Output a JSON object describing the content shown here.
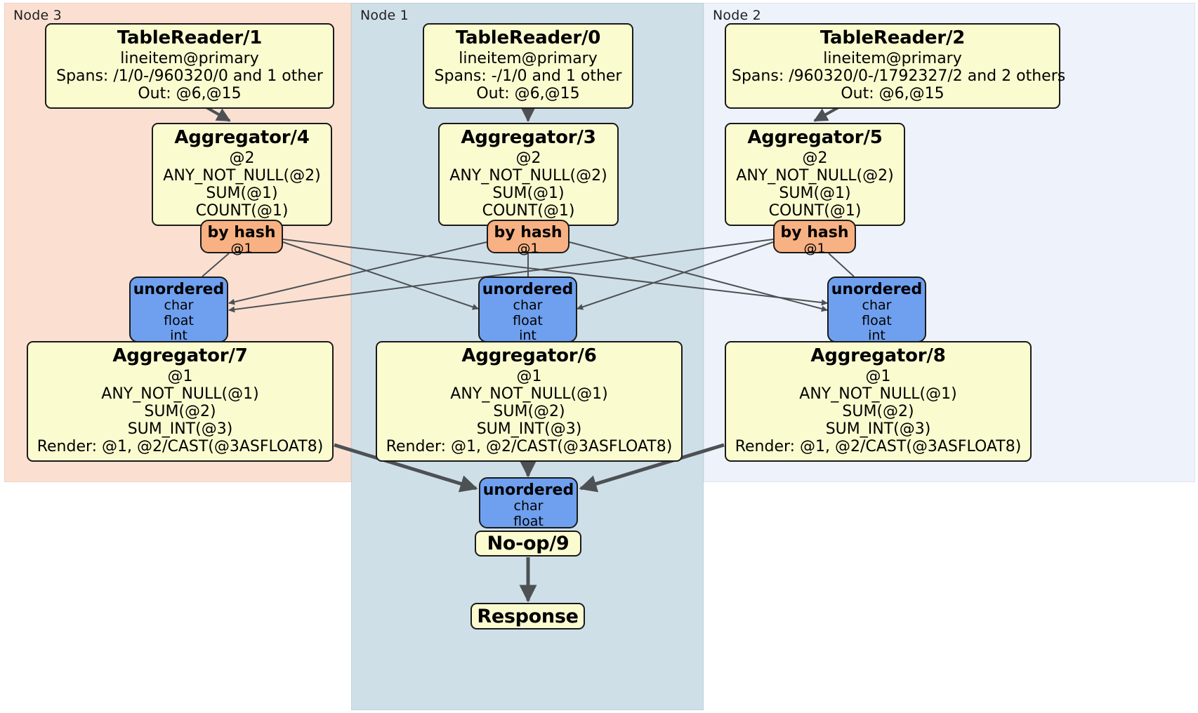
{
  "diagram": {
    "type": "distributed-query-plan",
    "colors": {
      "node3_panel": "#fbe0d2",
      "node1_panel": "#cfdfe8",
      "node2_panel": "#eef3fb",
      "processor_box": "#fbfbd0",
      "hash_router": "#f7b183",
      "unordered_router": "#6fa0ef",
      "edge": "#4d5154",
      "border": "#1a1a1a"
    }
  },
  "panels": {
    "node3": {
      "label": "Node 3"
    },
    "node1": {
      "label": "Node 1"
    },
    "node2": {
      "label": "Node 2"
    }
  },
  "processors": {
    "tablereader1": {
      "title": "TableReader/1",
      "line1": "lineitem@primary",
      "line2": "Spans: /1/0-/960320/0 and 1 other",
      "line3": "Out: @6,@15"
    },
    "tablereader0": {
      "title": "TableReader/0",
      "line1": "lineitem@primary",
      "line2": "Spans: -/1/0 and 1 other",
      "line3": "Out: @6,@15"
    },
    "tablereader2": {
      "title": "TableReader/2",
      "line1": "lineitem@primary",
      "line2": "Spans: /960320/0-/1792327/2 and 2 others",
      "line3": "Out: @6,@15"
    },
    "aggregator4": {
      "title": "Aggregator/4",
      "line1": "@2",
      "line2": "ANY_NOT_NULL(@2)",
      "line3": "SUM(@1)",
      "line4": "COUNT(@1)"
    },
    "aggregator3": {
      "title": "Aggregator/3",
      "line1": "@2",
      "line2": "ANY_NOT_NULL(@2)",
      "line3": "SUM(@1)",
      "line4": "COUNT(@1)"
    },
    "aggregator5": {
      "title": "Aggregator/5",
      "line1": "@2",
      "line2": "ANY_NOT_NULL(@2)",
      "line3": "SUM(@1)",
      "line4": "COUNT(@1)"
    },
    "aggregator7": {
      "title": "Aggregator/7",
      "line1": "@1",
      "line2": "ANY_NOT_NULL(@1)",
      "line3": "SUM(@2)",
      "line4": "SUM_INT(@3)",
      "line5": "Render: @1, @2/CAST(@3ASFLOAT8)"
    },
    "aggregator6": {
      "title": "Aggregator/6",
      "line1": "@1",
      "line2": "ANY_NOT_NULL(@1)",
      "line3": "SUM(@2)",
      "line4": "SUM_INT(@3)",
      "line5": "Render: @1, @2/CAST(@3ASFLOAT8)"
    },
    "aggregator8": {
      "title": "Aggregator/8",
      "line1": "@1",
      "line2": "ANY_NOT_NULL(@1)",
      "line3": "SUM(@2)",
      "line4": "SUM_INT(@3)",
      "line5": "Render: @1, @2/CAST(@3ASFLOAT8)"
    },
    "noop9": {
      "title": "No-op/9"
    },
    "response": {
      "title": "Response"
    }
  },
  "routers": {
    "hash_node3": {
      "title": "by hash",
      "line1": "@1"
    },
    "hash_node1": {
      "title": "by hash",
      "line1": "@1"
    },
    "hash_node2": {
      "title": "by hash",
      "line1": "@1"
    },
    "unordered_node3": {
      "title": "unordered",
      "line1": "char",
      "line2": "float",
      "line3": "int"
    },
    "unordered_node1": {
      "title": "unordered",
      "line1": "char",
      "line2": "float",
      "line3": "int"
    },
    "unordered_node2": {
      "title": "unordered",
      "line1": "char",
      "line2": "float",
      "line3": "int"
    },
    "unordered_final": {
      "title": "unordered",
      "line1": "char",
      "line2": "float"
    }
  }
}
